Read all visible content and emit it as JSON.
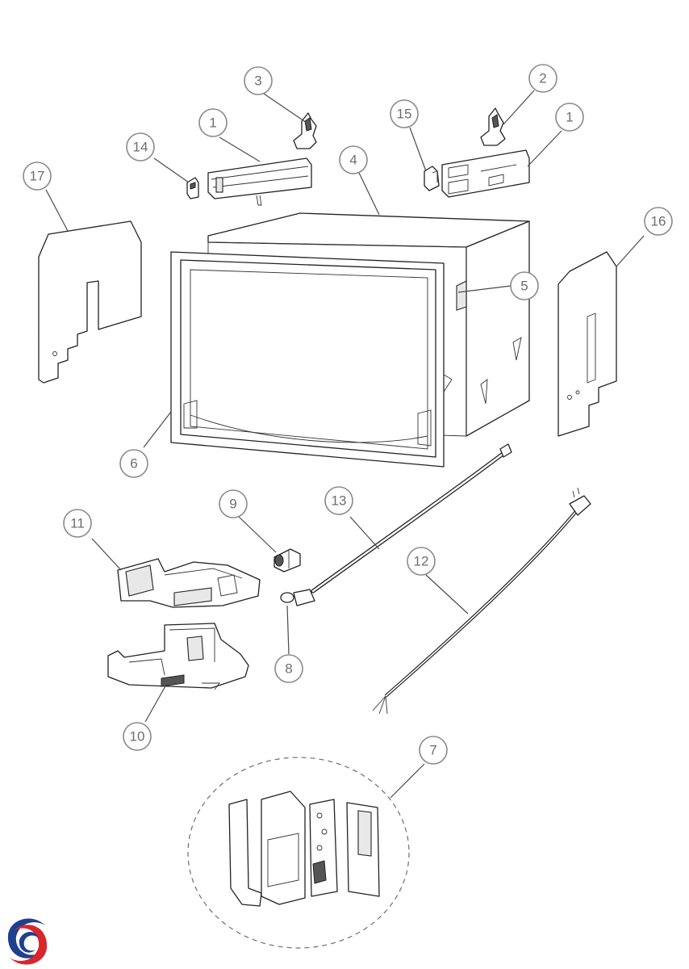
{
  "callouts": [
    {
      "id": "c1a",
      "label": "1"
    },
    {
      "id": "c1b",
      "label": "1"
    },
    {
      "id": "c2",
      "label": "2"
    },
    {
      "id": "c3",
      "label": "3"
    },
    {
      "id": "c4",
      "label": "4"
    },
    {
      "id": "c5",
      "label": "5"
    },
    {
      "id": "c6",
      "label": "6"
    },
    {
      "id": "c7",
      "label": "7"
    },
    {
      "id": "c8",
      "label": "8"
    },
    {
      "id": "c9",
      "label": "9"
    },
    {
      "id": "c10",
      "label": "10"
    },
    {
      "id": "c11",
      "label": "11"
    },
    {
      "id": "c12",
      "label": "12"
    },
    {
      "id": "c13",
      "label": "13"
    },
    {
      "id": "c14",
      "label": "14"
    },
    {
      "id": "c15",
      "label": "15"
    },
    {
      "id": "c16",
      "label": "16"
    },
    {
      "id": "c17",
      "label": "17"
    }
  ],
  "colors": {
    "line": "#222222",
    "callout_stroke": "#8a8a8a",
    "callout_text": "#6e6e6e",
    "logo_blue": "#1f3f8f",
    "logo_red": "#d8262b"
  },
  "logo": {
    "icon": "brand-swirl-logo"
  }
}
